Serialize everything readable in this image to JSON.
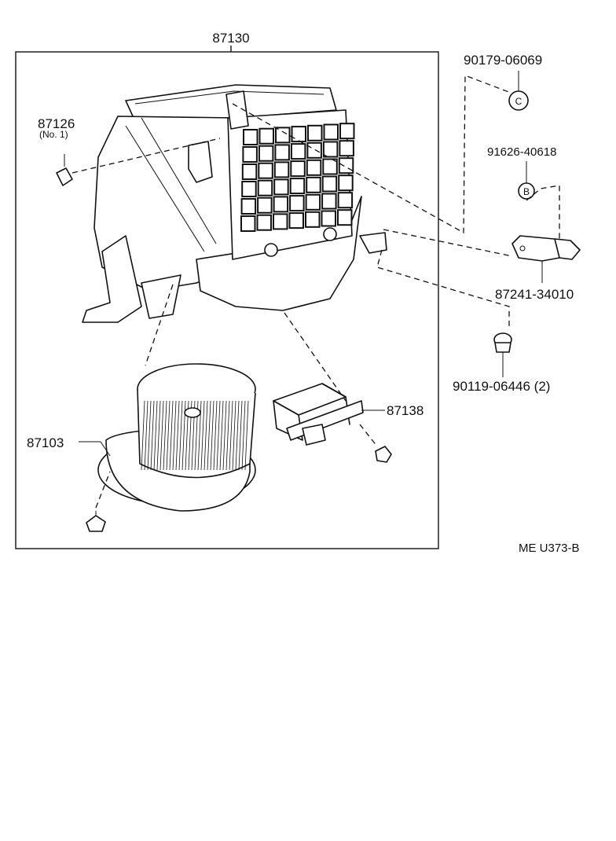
{
  "diagram": {
    "callouts": {
      "housing": "87130",
      "clip": "87126",
      "clip_note": "(No. 1)",
      "blower_motor": "87103",
      "resistor": "87138",
      "nut": "90179-06069",
      "bolt_b": "91626-40618",
      "bracket": "87241-34010",
      "screw": "90119-06446 (2)"
    },
    "fastener_marks": {
      "nut_mark": "C",
      "bolt_mark": "B"
    },
    "reference_code": "ME U373-B"
  }
}
